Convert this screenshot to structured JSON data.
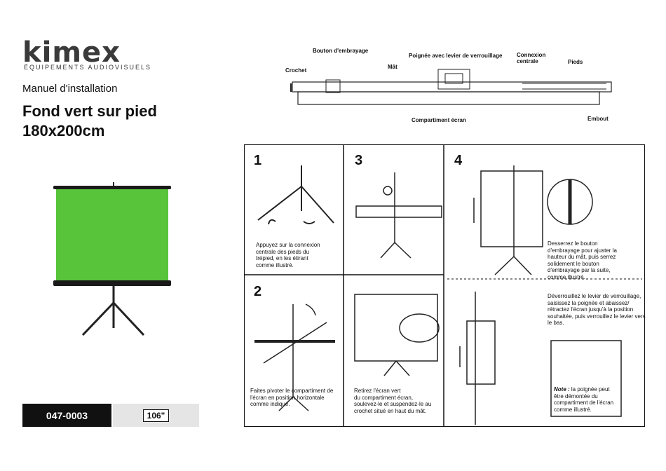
{
  "brand": {
    "name": "kimex",
    "tagline": "ÉQUIPEMENTS AUDIOVISUELS"
  },
  "doc": {
    "type": "Manuel d'installation",
    "title_line1": "Fond vert sur pied",
    "title_line2": "180x200cm"
  },
  "product": {
    "sku": "047-0003",
    "size": "106\""
  },
  "parts": {
    "crochet": "Crochet",
    "bouton": "Bouton d'embrayage",
    "mat": "Mât",
    "poignee": "Poignée avec levier de verrouillage",
    "connexion_l1": "Connexion",
    "connexion_l2": "centrale",
    "pieds": "Pieds",
    "compartiment": "Compartiment écran",
    "embout": "Embout"
  },
  "colors": {
    "green_screen": "#57c43a",
    "frame": "#1a1a1a"
  },
  "steps": [
    {
      "num": "1",
      "lines": [
        "Appuyez sur la connexion",
        "centrale des pieds du",
        "trépied, en les étirant",
        "comme illustré."
      ]
    },
    {
      "num": "2",
      "lines": [
        "Faites pivoter le compartiment de",
        "l'écran en position horizontale",
        "comme indiqué."
      ]
    },
    {
      "num": "3",
      "lines": [
        "Retirez l'écran vert",
        "du compartiment écran,",
        "soulevez-le et suspendez-le au",
        "crochet situé en haut du mât."
      ]
    },
    {
      "num": "4",
      "lines": [
        "Desserrez le bouton",
        "d'embrayage pour ajuster la",
        "hauteur du mât, puis serrez",
        "solidement le bouton",
        "d'embrayage par la suite,",
        "comme illustré."
      ]
    }
  ],
  "step4b": {
    "lines": [
      "Déverrouillez le levier de verrouillage,",
      "saisissez la poignée et abaissez/",
      "rétractez l'écran jusqu'à la position",
      "souhaitée, puis verrouillez le levier vers",
      "le bas."
    ],
    "note_label": "Note :",
    "note_lines": [
      " la poignée peut",
      "être démontée du",
      "compartiment de l'écran",
      "comme illustré."
    ]
  }
}
